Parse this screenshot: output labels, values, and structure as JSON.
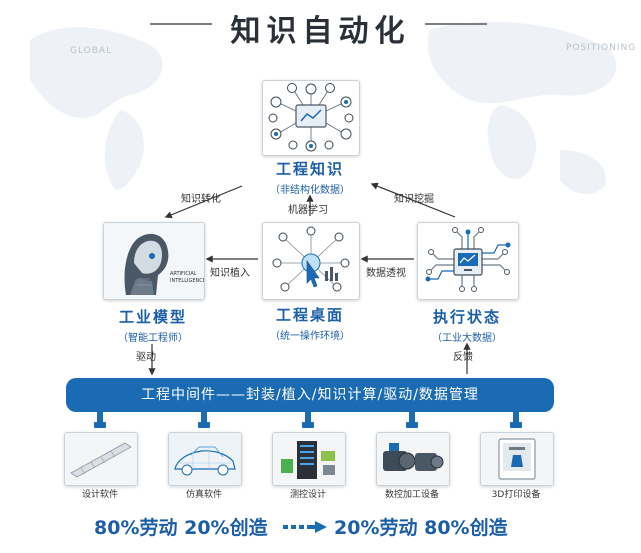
{
  "title": "知识自动化",
  "watermark": {
    "left": "GLOBAL",
    "right": "POSITIONING"
  },
  "colors": {
    "primary": "#1a6bb3",
    "text_blue": "#1c5fa8",
    "dark": "#2b3038"
  },
  "nodes": {
    "knowledge": {
      "title": "工程知识",
      "subtitle": "（非结构化数据）"
    },
    "model": {
      "title": "工业模型",
      "subtitle": "（智能工程师）",
      "image_text": "ARTIFICIAL INTELLIGENCE"
    },
    "desktop": {
      "title": "工程桌面",
      "subtitle": "（统一操作环境）"
    },
    "execution": {
      "title": "执行状态",
      "subtitle": "（工业大数据）"
    }
  },
  "arrows": {
    "knowledge_transform": "知识转化",
    "machine_learning": "机器学习",
    "knowledge_mining": "知识挖掘",
    "knowledge_embed": "知识植入",
    "data_insight": "数据透视",
    "drive": "驱动",
    "feedback": "反馈"
  },
  "middleware": {
    "label": "工程中间件——封装/植入/知识计算/驱动/数据管理"
  },
  "equipment": [
    {
      "label": "设计软件",
      "icon": "design-software-icon"
    },
    {
      "label": "仿真软件",
      "icon": "car-simulation-icon"
    },
    {
      "label": "测控设计",
      "icon": "measurement-control-icon"
    },
    {
      "label": "数控加工设备",
      "icon": "cnc-motor-icon"
    },
    {
      "label": "3D打印设备",
      "icon": "3d-printer-icon"
    }
  ],
  "bottom": {
    "before": "80%劳动 20%创造",
    "after": "20%劳动 80%创造"
  }
}
